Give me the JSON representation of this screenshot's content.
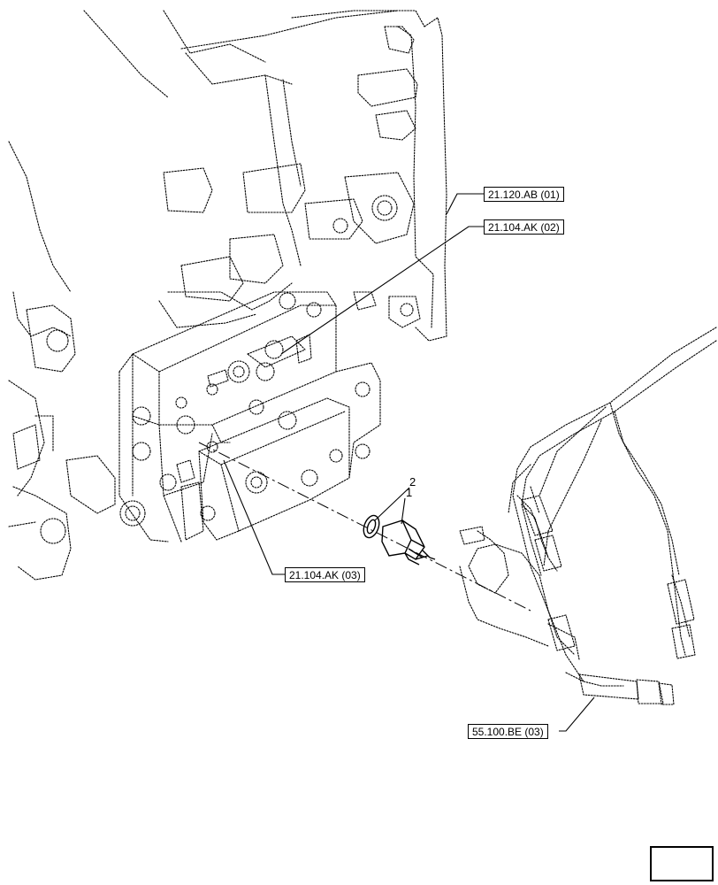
{
  "references": {
    "ref_1": "21.120.AB (01)",
    "ref_2": "21.104.AK (02)",
    "ref_3": "21.104.AK (03)",
    "ref_4": "55.100.BE (03)"
  },
  "callouts": {
    "item_1": "1",
    "item_2": "2"
  },
  "navigation": {
    "icon": "previous-page-arrow-icon"
  }
}
